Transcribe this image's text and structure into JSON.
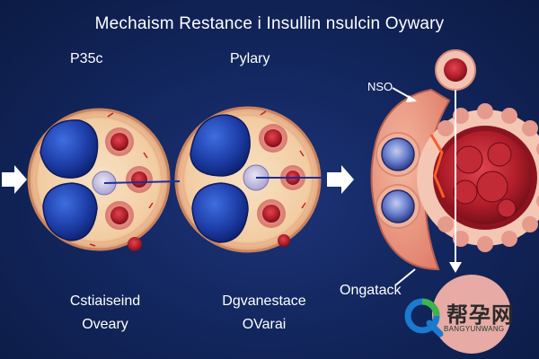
{
  "title": "Mechaism Restance i Insullin nsulcin Oywary",
  "labels": {
    "left_top": "P35c",
    "mid_top": "Pylary",
    "right_top": "NSO",
    "left_caption_1": "Cstiaiseind",
    "left_caption_2": "Oveary",
    "mid_caption_1": "Dgvanestace",
    "mid_caption_2": "OVarai",
    "right_bottom": "Ongatack"
  },
  "watermark": {
    "cn": "帮孕网",
    "en": "BANGYUNWANG"
  },
  "colors": {
    "background": "#132760",
    "cell_outer": "#f4cfa6",
    "blue_cell": "#1f3fae",
    "red_cell": "#b21e2c",
    "arrow": "#ffffff"
  }
}
